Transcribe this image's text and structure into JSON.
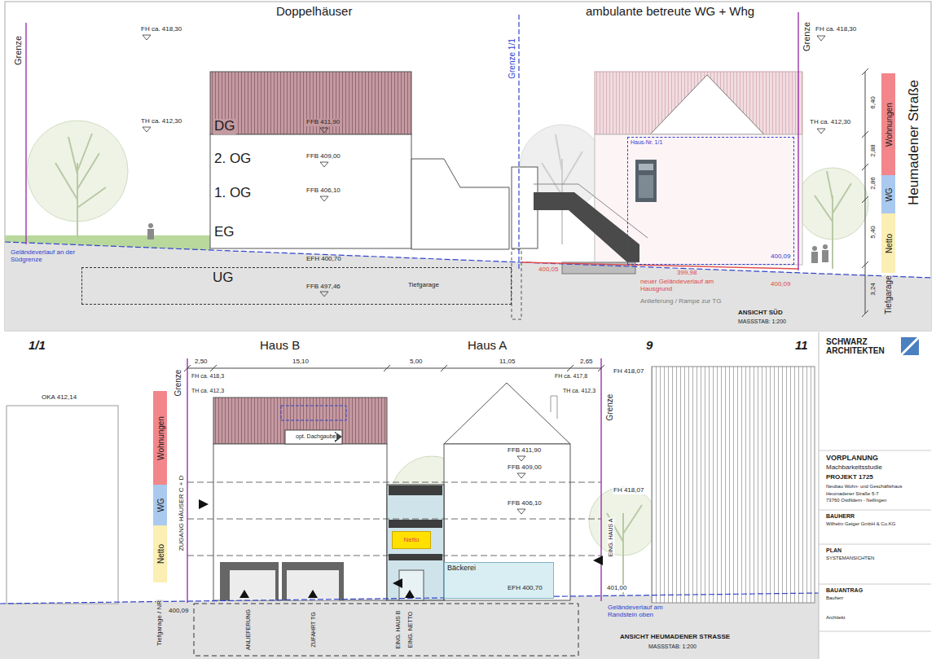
{
  "diagram": {
    "nodes": [
      {
        "text": [
          "Haus-Nr. 1/1"
        ]
      },
      {
        "text": [
          "UG",
          "FFB 497,46",
          "Tiefgarage"
        ]
      },
      {
        "text": [
          "Wohnungen"
        ]
      },
      {
        "text": [
          "WG"
        ]
      },
      {
        "text": [
          "Netto"
        ]
      },
      {
        "text": [
          "Wohnungen"
        ]
      },
      {
        "text": [
          "WG"
        ]
      },
      {
        "text": [
          "Netto"
        ]
      },
      {
        "text": [
          "Netto"
        ]
      },
      {
        "text": [
          "Bäckerei"
        ]
      }
    ],
    "labels": [
      "Doppelhäuser",
      "ambulante betreute WG + Whg",
      "Grenze",
      "FH ca. 418,30",
      "TH ca. 412,30",
      "DG",
      "FFB 411,90",
      "2. OG",
      "FFB 409,00",
      "1. OG",
      "FFB 406,10",
      "EG",
      "EFH 400,70",
      "Geländeverlauf an der Südgrenze",
      "Grenze 1/1",
      "400,05",
      "399,98",
      "400,09",
      "400,09",
      "neuer Geländeverlauf am Hausgrund",
      "Anlieferung / Rampe zur TG",
      "ANSICHT SÜD",
      "MASSSTAB: 1:200",
      "Grenze",
      "FH ca. 418,30",
      "TH ca. 412,30",
      "6,40",
      "2,88",
      "2,86",
      "5,40",
      "3,24",
      "Tiefgarage",
      "Heumadener Straße",
      "1/1",
      "Haus B",
      "Haus A",
      "9",
      "11",
      "2,50",
      "15,10",
      "5,00",
      "11,05",
      "2,65",
      "Grenze",
      "FH ca. 418,3",
      "TH ca. 412,3",
      "Grenze",
      "FH ca. 417,8",
      "TH ca. 412,3",
      "OKA 412,14",
      "opt. Dachgaube",
      "FFB 411,90",
      "FFB 409,00",
      "FFB 406,10",
      "EFH 400,70",
      "400,09",
      "401,00",
      "FH 418,07",
      "FH 418,07",
      "Geländeverlauf am Randstein oben",
      "ZUGANG HÄUSER C + D",
      "Tiefgarage / NR",
      "ANLIEFERUNG",
      "ZUFAHRT TG",
      "EING. HAUS B",
      "EING. NETTO",
      "EING. HAUS A",
      "ANSICHT HEUMADENER STRASSE",
      "MASSSTAB: 1:200",
      "SCHWARZ ARCHITEKTEN",
      "VORPLANUNG",
      "Machbarkeitsstudie",
      "PROJEKT 1725",
      "Neubau Wohn- und Geschäftshaus",
      "Heumadener Straße 5-7",
      "73760 Ostfildern - Nellingen",
      "BAUHERR",
      "Wilhelm Geiger GmbH & Co.KG",
      "PLAN",
      "SYSTEMANSICHTEN",
      "BAUANTRAG",
      "Bauherr",
      "Architekt"
    ]
  }
}
